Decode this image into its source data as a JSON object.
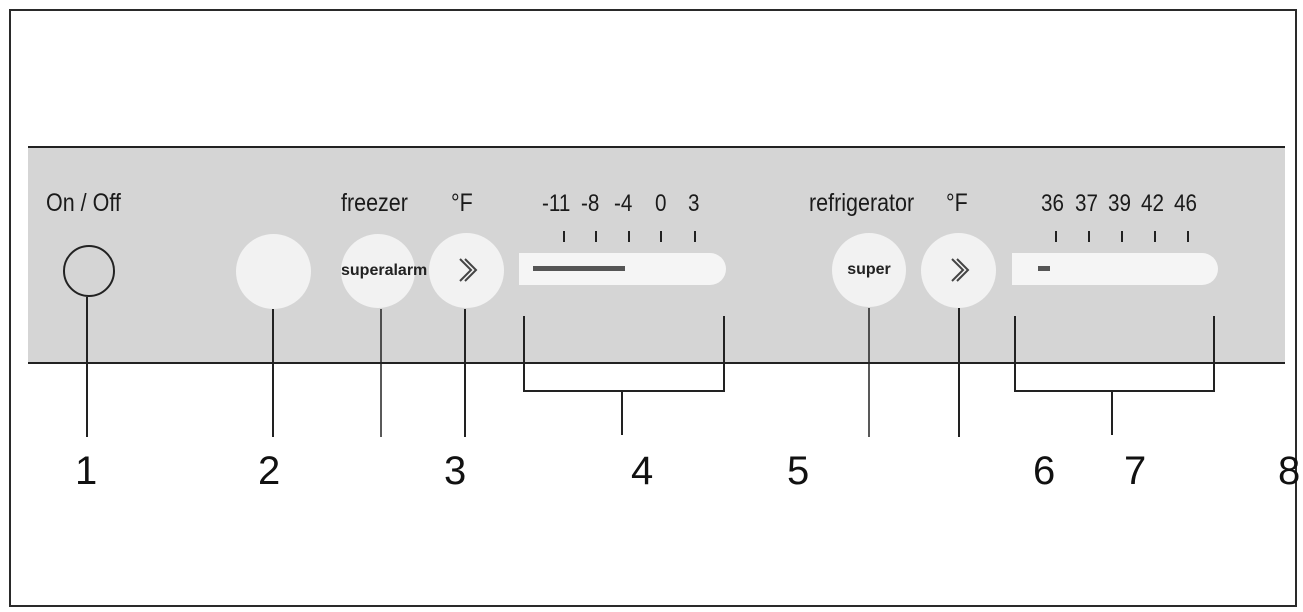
{
  "labels": {
    "on_off": "On / Off",
    "freezer": "freezer",
    "freezer_unit": "°F",
    "refrigerator": "refrigerator",
    "refrigerator_unit": "°F"
  },
  "buttons": {
    "superalarm": "superalarm",
    "super": "super"
  },
  "freezer_scale": [
    "-11",
    "-8",
    "-4",
    "0",
    "3"
  ],
  "refrigerator_scale": [
    "36",
    "37",
    "39",
    "42",
    "46"
  ],
  "displays": {
    "freezer_bar_level": 0.47,
    "refrigerator_bar_level": 0.05
  },
  "callouts": [
    "1",
    "2",
    "3",
    "4",
    "5",
    "6",
    "7",
    "8"
  ],
  "colors": {
    "panel": "#d5d5d5",
    "button": "#f2f2f2",
    "line": "#222222"
  },
  "icons": {
    "setting_button": "chevron-right-icon"
  }
}
